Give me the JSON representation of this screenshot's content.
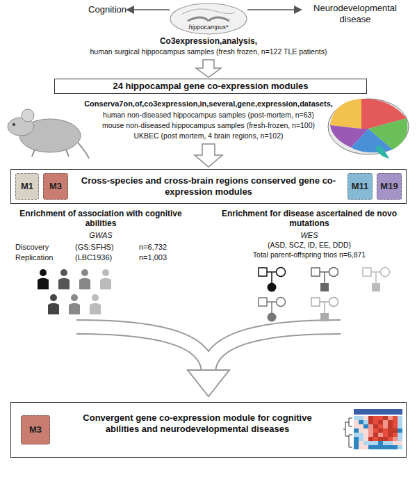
{
  "diagram": {
    "nodes": [
      {
        "text": [
          "24 hippocampal gene co-expression modules"
        ]
      },
      {
        "text": [
          "Cross-species and cross-brain regions conserved gene co-expression modules"
        ]
      },
      {
        "text": [
          "M1"
        ],
        "in": 1
      },
      {
        "text": [
          "M3"
        ],
        "in": 1
      },
      {
        "text": [
          "M11"
        ],
        "in": 1
      },
      {
        "text": [
          "M19"
        ],
        "in": 1
      },
      {
        "text": [
          "Convergent gene co-expression module for cognitive abilities and neurodevelopmental diseases"
        ]
      },
      {
        "text": [
          "M3"
        ],
        "in": 6
      }
    ],
    "labels": [
      "Cognition",
      "Neurodevelopmental disease",
      "hippocampus*",
      "Co3expression,analysis,",
      "human surgical hippocampus samples (fresh frozen, n=122 TLE patients)",
      "Conserva7on,of,co3expression,in,several,gene,expression,datasets,",
      "human non-diseased hippocampus samples (post-mortem, n=63)",
      "mouse non-diseased hippocampus samples (fresh-frozen, n=100)",
      "UKBEC (post mortem, 4 brain regions, n=102)",
      "Enrichment of association with cognitive abilities",
      "GWAS",
      "Discovery",
      "(GS:SFHS)",
      "n=6,732",
      "Replication",
      "(LBC1936)",
      "n=1,003",
      "Enrichment for disease ascertained de novo mutations",
      "WES",
      "(ASD, SCZ, ID, EE, DDD)",
      "Total parent-offspring trios n=6,871"
    ]
  }
}
